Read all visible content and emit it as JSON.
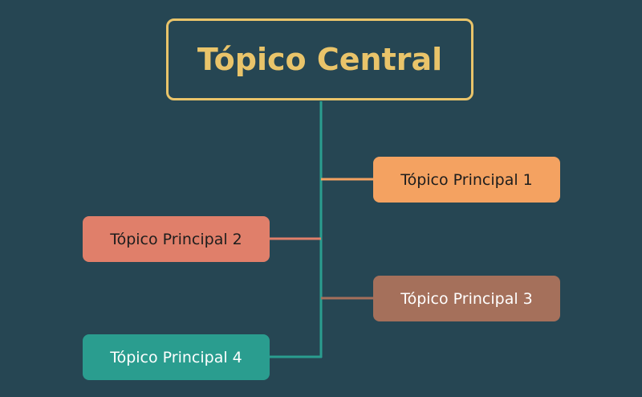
{
  "central": {
    "label": "Tópico Central",
    "color": "#e9c46a"
  },
  "topics": [
    {
      "label": "Tópico Principal 1",
      "color": "#f4a261"
    },
    {
      "label": "Tópico Principal 2",
      "color": "#e07f6a"
    },
    {
      "label": "Tópico Principal 3",
      "color": "#a5705b"
    },
    {
      "label": "Tópico Principal 4",
      "color": "#2a9d8f"
    }
  ],
  "colors": {
    "background": "#264653",
    "trunk": "#2a9d8f"
  }
}
